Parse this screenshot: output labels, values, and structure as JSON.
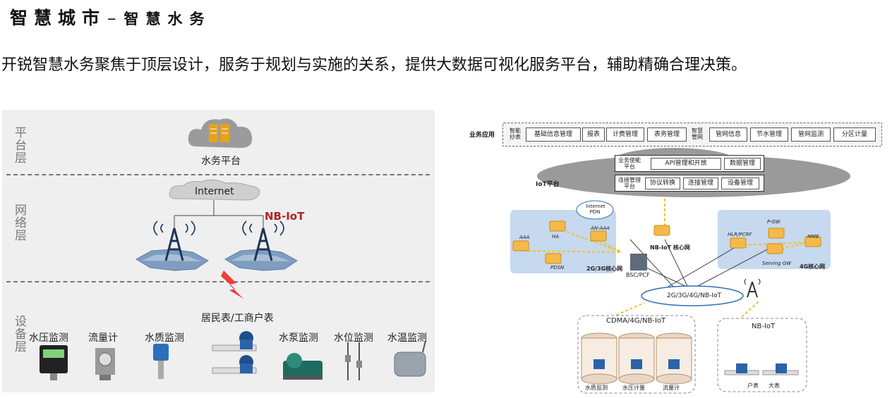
{
  "header": {
    "title": "智慧城市",
    "dash": "–",
    "subtitle": "智慧水务",
    "intro": "开锐智慧水务聚焦于顶层设计，服务于规划与实施的关系，提供大数据可视化服务平台，辅助精确合理决策。"
  },
  "left_diagram": {
    "layers": [
      "平台层",
      "网络层",
      "设备层"
    ],
    "platform_label": "水务平台",
    "internet_label": "Internet",
    "nbiot_label": "NB-IoT",
    "meter_label": "居民表/工商户表",
    "devices": [
      "水压监测",
      "流量计",
      "水质监测",
      "水泵监测",
      "水位监测",
      "水温监测"
    ],
    "colors": {
      "nbiot": "#b22222",
      "cloud": "#999999",
      "lightning": "#e8413c",
      "tower_fill": "#5b7fa8"
    }
  },
  "right_diagram": {
    "app_layer_label": "业务应用",
    "app_items": [
      "智能抄表",
      "基础信息管理",
      "报表",
      "计费管理",
      "表务管理",
      "智慧管网",
      "管网信息",
      "节水管理",
      "管网监测",
      "分区计量"
    ],
    "iot_platform_label": "IoT平台",
    "iot_enable": {
      "head": "业务使能平台",
      "items": [
        "API管理和开放",
        "数据管理"
      ]
    },
    "iot_connect": {
      "head": "连接管理平台",
      "items": [
        "协议转换",
        "连接管理",
        "设备管理"
      ]
    },
    "net_2g3g": {
      "cloud": "Internet PDN",
      "nodes": [
        "AAA",
        "HA",
        "AN-AAA",
        "PDSN"
      ],
      "label": "2G/3G核心网"
    },
    "nbiot_core": "NB-IoT 核心网",
    "bsc": "BSC/PCF",
    "net_4g": {
      "nodes": [
        "HLR/PCRF",
        "P-GW",
        "MME",
        "Serving GW"
      ],
      "label": "4G核心网"
    },
    "access_cloud": "2G/3G/4G/NB-IoT",
    "group_left": {
      "title": "CDMA/4G/NB-IoT",
      "tanks": [
        "水质监测",
        "水压计量",
        "流量计"
      ]
    },
    "group_right": {
      "title": "NB-IoT",
      "meters": [
        "户表",
        "大表"
      ]
    },
    "colors": {
      "node_fill": "#f5b94a",
      "net_bg": "#c6d9ee",
      "platform_cloud": "#9a9a9a",
      "link_yellow": "#f2c12e"
    }
  }
}
